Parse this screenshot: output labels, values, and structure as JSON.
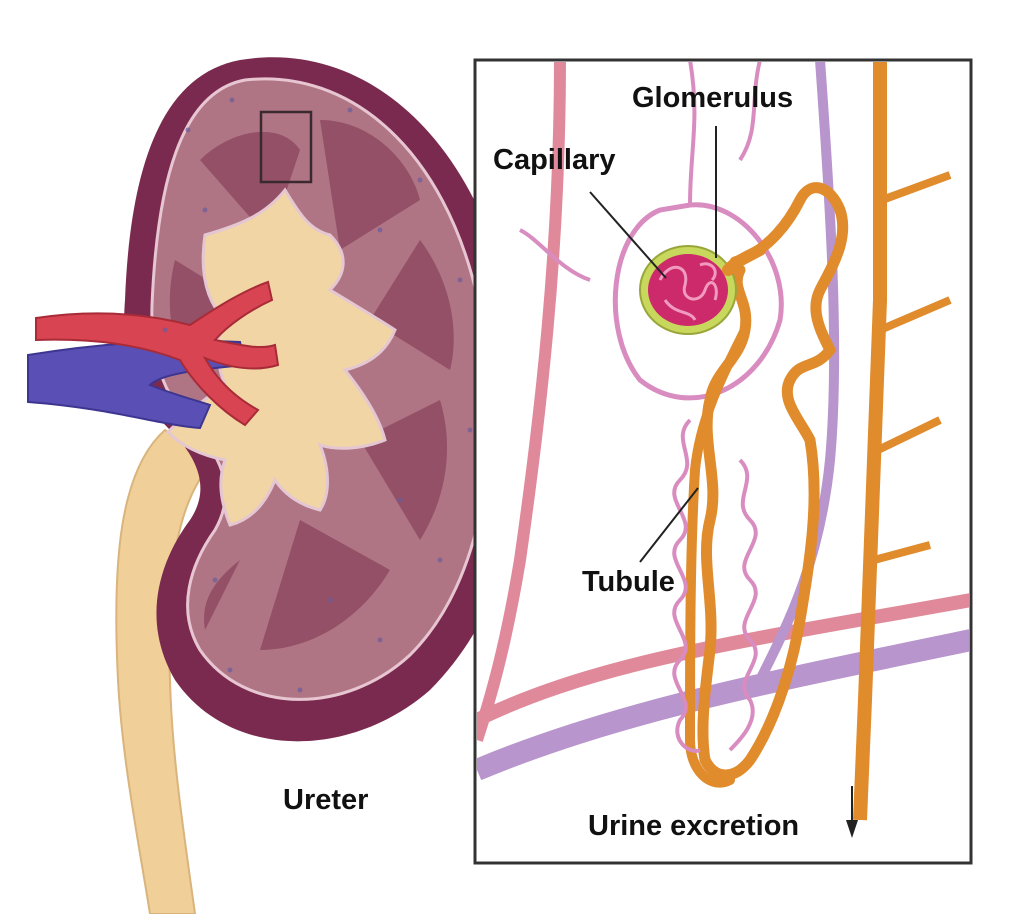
{
  "labels": {
    "glomerulus": "Glomerulus",
    "capillary": "Capillary",
    "tubule": "Tubule",
    "ureter": "Ureter",
    "urine_excretion": "Urine excretion"
  },
  "colors": {
    "kidney_capsule": "#7a2a4e",
    "cortex": "#a86a7c",
    "medulla": "#8e4a62",
    "pelvis": "#f2d5a4",
    "ureter": "#f0cf98",
    "artery": "#d94452",
    "vein": "#5a4fb5",
    "tubule": "#e08b2c",
    "capillary_pink": "#d98cc0",
    "glomerulus_core": "#cc2a6a",
    "glomerulus_rim": "#c8d85c",
    "vessel_purple": "#b895cc",
    "vessel_pink": "#e0899a"
  }
}
